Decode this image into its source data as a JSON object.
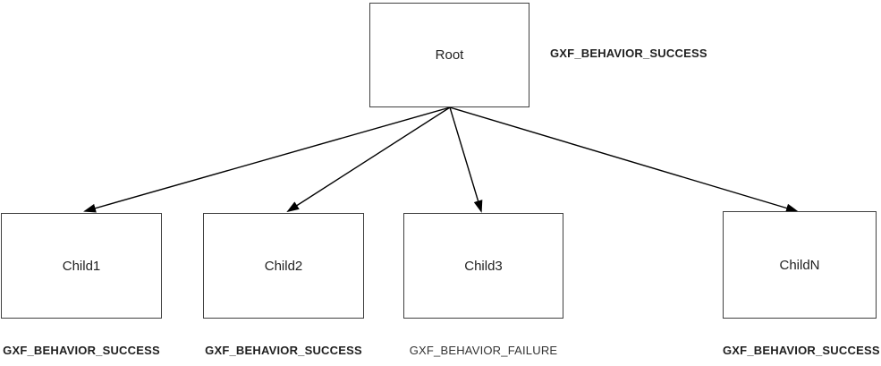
{
  "diagram": {
    "type": "behavior-tree",
    "root": {
      "label": "Root",
      "status": "GXF_BEHAVIOR_SUCCESS"
    },
    "children": [
      {
        "id": "child1",
        "label": "Child1",
        "status": "GXF_BEHAVIOR_SUCCESS"
      },
      {
        "id": "child2",
        "label": "Child2",
        "status": "GXF_BEHAVIOR_SUCCESS"
      },
      {
        "id": "child3",
        "label": "Child3",
        "status": "GXF_BEHAVIOR_FAILURE"
      },
      {
        "id": "childN",
        "label": "ChildN",
        "status": "GXF_BEHAVIOR_SUCCESS"
      }
    ],
    "edges": [
      {
        "from": "Root",
        "to": "Child1"
      },
      {
        "from": "Root",
        "to": "Child2"
      },
      {
        "from": "Root",
        "to": "Child3"
      },
      {
        "from": "Root",
        "to": "ChildN"
      }
    ],
    "colors": {
      "box_border": "#404040",
      "text": "#1f1f1f",
      "arrow": "#000000",
      "background": "#ffffff"
    }
  }
}
